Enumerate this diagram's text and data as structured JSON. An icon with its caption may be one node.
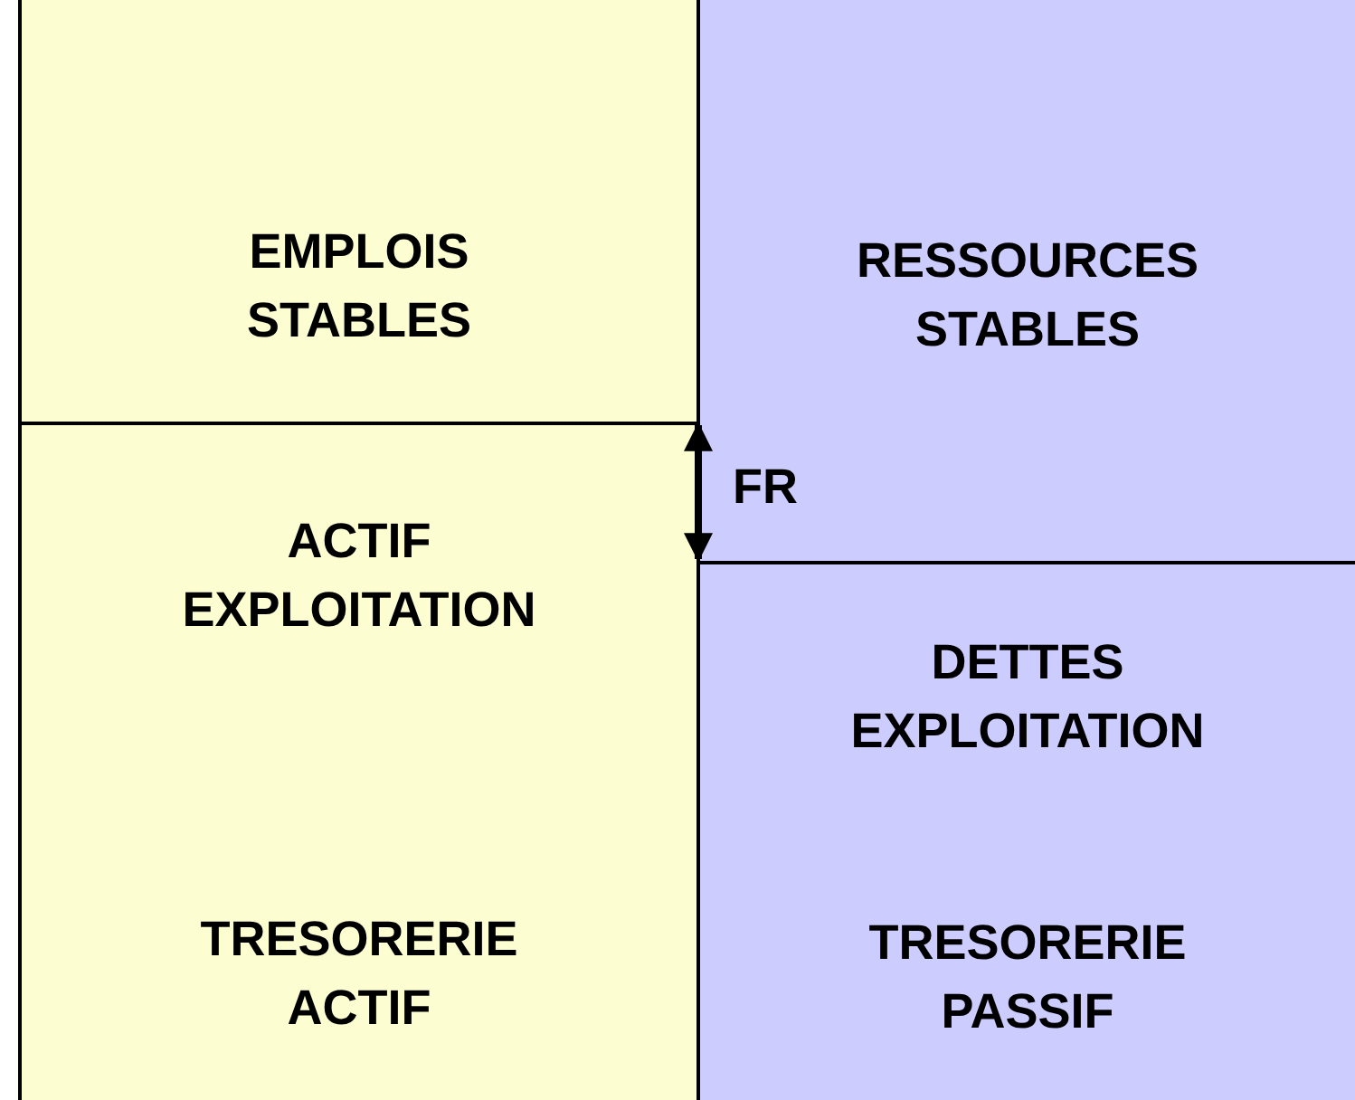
{
  "diagram": {
    "nodes": [
      {
        "text": [
          "EMPLOIS STABLES"
        ]
      },
      {
        "text": [
          "ACTIF EXPLOITATION",
          "TRESORERIE ACTIF"
        ]
      },
      {
        "text": [
          "RESSOURCES STABLES"
        ]
      },
      {
        "text": [
          "DETTES EXPLOITATION",
          "TRESORERIE PASSIF"
        ]
      }
    ],
    "edges": [
      {
        "from": 0,
        "to": 3,
        "arrow": "both",
        "label": "FR"
      }
    ]
  }
}
